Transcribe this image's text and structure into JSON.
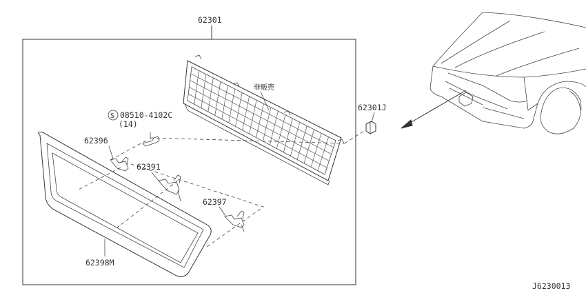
{
  "diagram": {
    "assembly_part": "62301",
    "not_sold_note": "非販売",
    "parts": {
      "bolt": "08510-4102C",
      "bolt_qty": "(14)",
      "bolt_symbol": "S",
      "clip_left": "62396",
      "clip_center": "62391",
      "clip_right": "62397",
      "clip_j": "62301J",
      "frame": "62398M"
    },
    "drawing_number": "J6230013"
  }
}
